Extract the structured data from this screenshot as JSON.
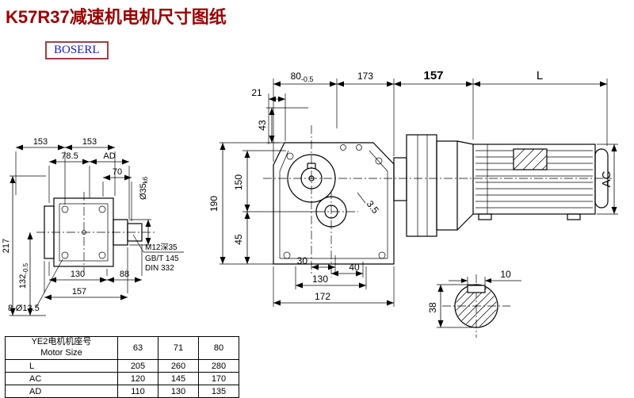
{
  "page": {
    "title": "K57R37减速机电机尺寸图纸",
    "logo": "BOSERL"
  },
  "front_view": {
    "d80": "80",
    "d80_tol": "-0.5",
    "d173": "173",
    "d157": "157",
    "dL": "L",
    "d21": "21",
    "d43": "43",
    "d190": "190",
    "d150": "150",
    "d45": "45",
    "d30": "30",
    "d40": "40",
    "d130": "130",
    "d172": "172",
    "note35": "3.5",
    "dAC": "AC"
  },
  "side_view": {
    "d153a": "153",
    "d153b": "153",
    "d78_5": "78.5",
    "dAD": "AD",
    "d70": "70",
    "shaft": "Ø35",
    "shaft_tol": "k6",
    "d217": "217",
    "d132": "132",
    "d132_tol": "-0.5",
    "d130": "130",
    "d88": "88",
    "d157": "157",
    "holes": "8-Ø13.5",
    "thread1": "M12深35",
    "thread2": "GB/T 145",
    "thread3": "DIN 332"
  },
  "shaft_section": {
    "d10": "10",
    "d38": "38"
  },
  "table": {
    "rows": [
      {
        "label": "YE2电机机座号",
        "label2": "Motor Size",
        "values": [
          "63",
          "71",
          "80"
        ]
      },
      {
        "label": "L",
        "values": [
          "205",
          "260",
          "280"
        ]
      },
      {
        "label": "AC",
        "values": [
          "120",
          "145",
          "170"
        ]
      },
      {
        "label": "AD",
        "values": [
          "110",
          "130",
          "135"
        ]
      }
    ]
  }
}
